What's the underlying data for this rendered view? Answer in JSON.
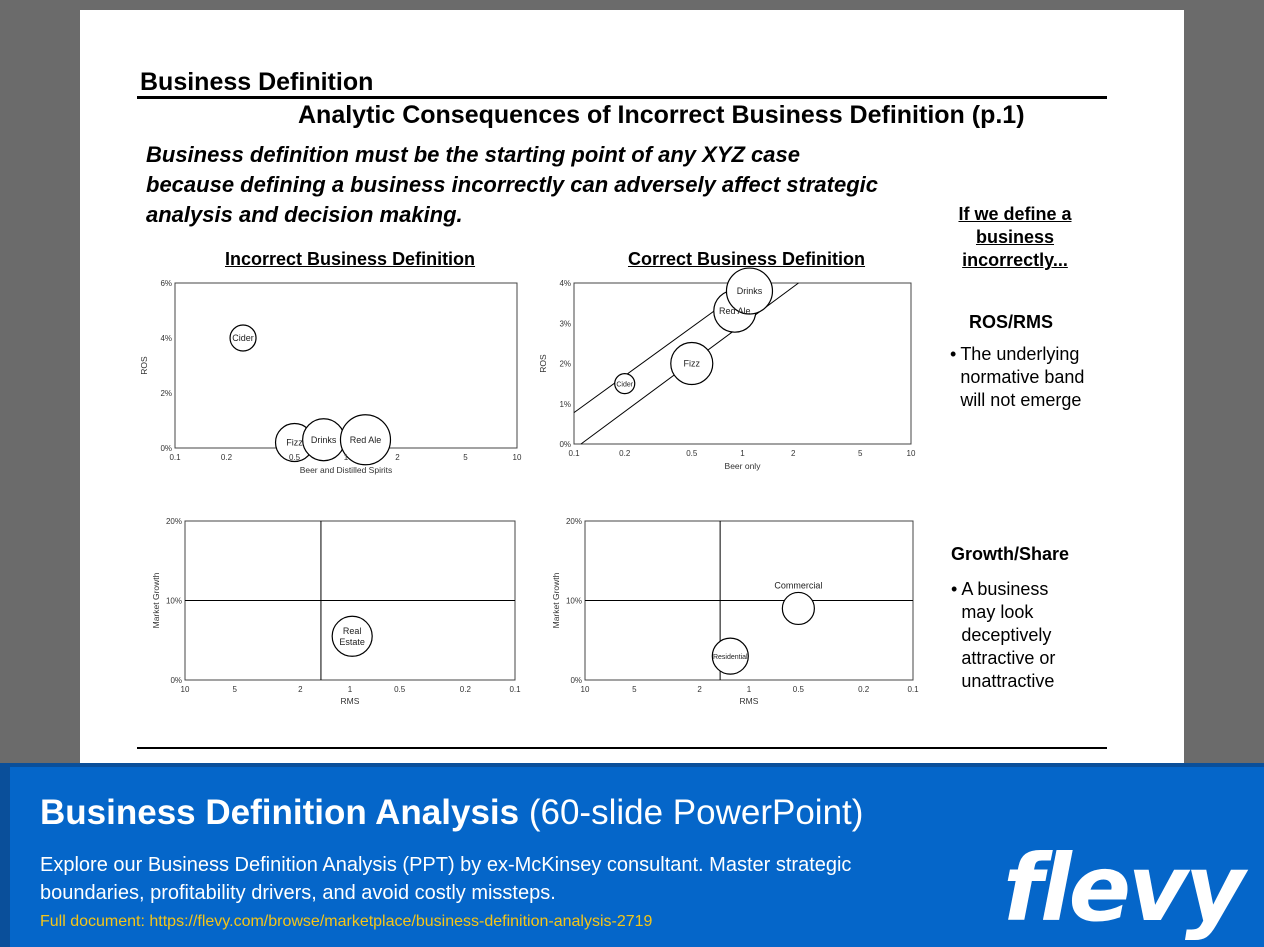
{
  "slide": {
    "section": "Business Definition",
    "title": "Analytic Consequences of Incorrect Business Definition (p.1)",
    "lead": "Business definition must be the starting point of any XYZ case because defining a business incorrectly can adversely affect strategic analysis and decision making.",
    "incorrect_title": "Incorrect Business Definition",
    "correct_title": "Correct Business Definition",
    "side": {
      "intro": "If we define a business incorrectly...",
      "ros_heading": "ROS/RMS",
      "ros_bullet": "The underlying normative band will not emerge",
      "growth_heading": "Growth/Share",
      "growth_bullet": "A business may look deceptively attractive or unattractive"
    }
  },
  "chart_data": [
    {
      "type": "scatter",
      "subtype": "bubble",
      "xlabel": "Beer and Distilled Spirits",
      "ylabel": "ROS",
      "xscale": "log",
      "xlim": [
        0.1,
        10
      ],
      "ylim": [
        0,
        6
      ],
      "xticks": [
        "0.1",
        "0.2",
        "0.5",
        "1",
        "2",
        "5",
        "10"
      ],
      "yticks": [
        "0%",
        "2%",
        "4%",
        "6%"
      ],
      "points": [
        {
          "label": "Cider",
          "x": 0.25,
          "y": 4.0,
          "size": 13
        },
        {
          "label": "Fizz",
          "x": 0.5,
          "y": 0.2,
          "size": 19
        },
        {
          "label": "Drinks",
          "x": 0.74,
          "y": 0.3,
          "size": 21
        },
        {
          "label": "Red Ale",
          "x": 1.3,
          "y": 0.3,
          "size": 25
        }
      ]
    },
    {
      "type": "scatter",
      "subtype": "bubble",
      "xlabel": "Beer only",
      "ylabel": "ROS",
      "xscale": "log",
      "xlim": [
        0.1,
        10
      ],
      "ylim": [
        0,
        4
      ],
      "xticks": [
        "0.1",
        "0.2",
        "0.5",
        "1",
        "2",
        "5",
        "10"
      ],
      "yticks": [
        "0%",
        "1%",
        "2%",
        "3%",
        "4%"
      ],
      "points": [
        {
          "label": "Cider",
          "x": 0.2,
          "y": 1.5,
          "size": 10
        },
        {
          "label": "Fizz",
          "x": 0.5,
          "y": 2.0,
          "size": 21
        },
        {
          "label": "Red Ale",
          "x": 0.9,
          "y": 3.3,
          "size": 21
        },
        {
          "label": "Drinks",
          "x": 1.1,
          "y": 3.8,
          "size": 23
        }
      ],
      "band": [
        [
          [
            0.1,
            0.78
          ],
          [
            1.15,
            4
          ]
        ],
        [
          [
            0.11,
            0
          ],
          [
            2.15,
            4
          ]
        ]
      ]
    },
    {
      "type": "scatter",
      "subtype": "bubble",
      "xlabel": "RMS",
      "ylabel": "Market Growth",
      "xscale": "log",
      "xreversed": true,
      "xlim": [
        10,
        0.1
      ],
      "ylim": [
        0,
        20
      ],
      "xticks": [
        "10",
        "5",
        "2",
        "1",
        "0.5",
        "0.2",
        "0.1"
      ],
      "yticks": [
        "0%",
        "10%",
        "20%"
      ],
      "divider_x": 1.5,
      "divider_y": 10,
      "points": [
        {
          "label": "Real Estate",
          "x": 0.97,
          "y": 5.5,
          "size": 20
        }
      ]
    },
    {
      "type": "scatter",
      "subtype": "bubble",
      "xlabel": "RMS",
      "ylabel": "Market Growth",
      "xscale": "log",
      "xreversed": true,
      "xlim": [
        10,
        0.1
      ],
      "ylim": [
        0,
        20
      ],
      "xticks": [
        "10",
        "5",
        "2",
        "1",
        "0.5",
        "0.2",
        "0.1"
      ],
      "yticks": [
        "0%",
        "10%",
        "20%"
      ],
      "divider_x": 1.5,
      "divider_y": 10,
      "points": [
        {
          "label": "Commercial",
          "x": 0.5,
          "y": 9.0,
          "size": 16,
          "label_above": true
        },
        {
          "label": "Residential",
          "x": 1.3,
          "y": 3.0,
          "size": 18
        }
      ]
    }
  ],
  "banner": {
    "title_bold": "Business Definition Analysis",
    "title_light": "(60-slide PowerPoint)",
    "description": "Explore our Business Definition Analysis (PPT) by ex-McKinsey consultant. Master strategic boundaries, profitability drivers, and avoid costly missteps.",
    "link": "Full document: https://flevy.com/browse/marketplace/business-definition-analysis-2719",
    "logo": "flevy"
  }
}
